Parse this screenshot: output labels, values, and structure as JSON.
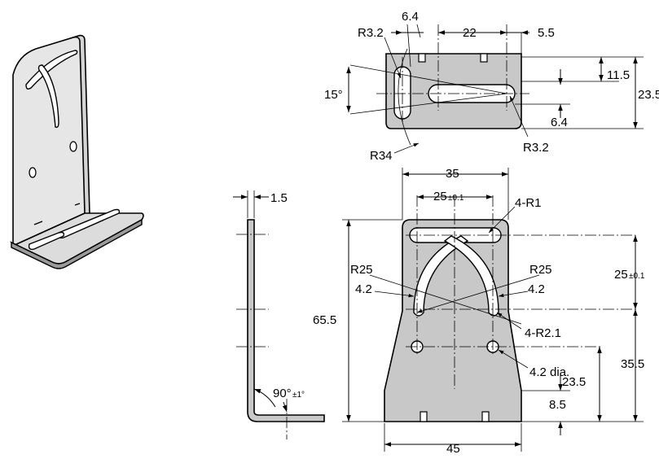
{
  "top_view": {
    "r32_a": "R3.2",
    "d64_a": "6.4",
    "d22": "22",
    "d55": "5.5",
    "d115": "11.5",
    "d235_a": "23.5",
    "deg15": "15°",
    "d64_b": "6.4",
    "r32_b": "R3.2",
    "r34": "R34"
  },
  "side_view": {
    "d15": "1.5",
    "angle": "90°",
    "angle_tol": "±1°"
  },
  "front_view": {
    "d35": "35",
    "d25_top": "25",
    "d25_top_tol": "±0.1",
    "r1": "4-R1",
    "r25_left": "R25",
    "r25_right": "R25",
    "d42_left": "4.2",
    "d42_right": "4.2",
    "d655": "65.5",
    "d25_right": "25",
    "d25_right_tol": "±0.1",
    "r21": "4-R2.1",
    "d355": "35.5",
    "d42dia": "4.2 dia.",
    "d235_b": "23.5",
    "d85": "8.5",
    "d45": "45"
  }
}
